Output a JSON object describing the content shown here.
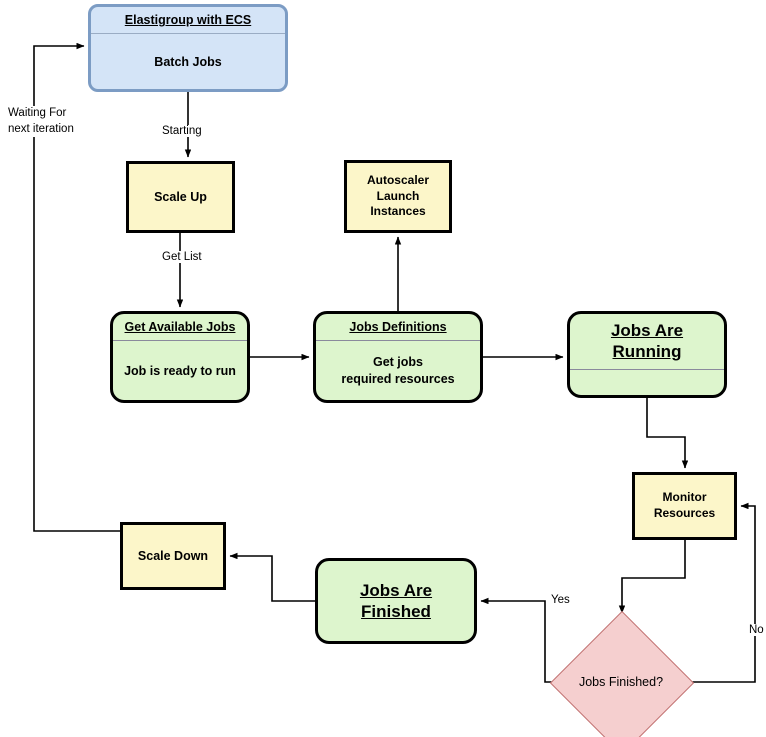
{
  "diagram": {
    "title": "Elastigroup with ECS batch jobs autoscaling flow",
    "type": "flowchart",
    "colors": {
      "blue_fill": "#d4e4f7",
      "blue_border": "#7c9cc4",
      "yellow_fill": "#fcf6c9",
      "green_fill": "#ddf5cd",
      "diamond_fill": "#f5cfcf",
      "diamond_border": "#c07272",
      "edge": "#000000",
      "divider": "#8a8a9c"
    }
  },
  "nodes": {
    "elastigroup": {
      "title": "Elastigroup with ECS",
      "body": "Batch Jobs"
    },
    "scale_up": {
      "body": "Scale Up"
    },
    "autoscaler": {
      "body": "Autoscaler\nLaunch\nInstances",
      "line1": "Autoscaler",
      "line2": "Launch",
      "line3": "Instances"
    },
    "get_available_jobs": {
      "title": "Get Available Jobs",
      "body": "Job is ready to run"
    },
    "jobs_definitions": {
      "title": "Jobs Definitions",
      "line1": "Get jobs",
      "line2": "required resources"
    },
    "jobs_running": {
      "line1": "Jobs Are",
      "line2": "Running",
      "body": ""
    },
    "monitor_resources": {
      "line1": "Monitor",
      "line2": "Resources"
    },
    "decision": {
      "label": "Jobs Finished?"
    },
    "jobs_finished": {
      "line1": "Jobs Are",
      "line2": "Finished"
    },
    "scale_down": {
      "body": "Scale Down"
    }
  },
  "edge_labels": {
    "waiting_line1": "Waiting For",
    "waiting_line2": "next iteration",
    "starting": "Starting",
    "get_list": "Get List",
    "yes": "Yes",
    "no": "No"
  }
}
